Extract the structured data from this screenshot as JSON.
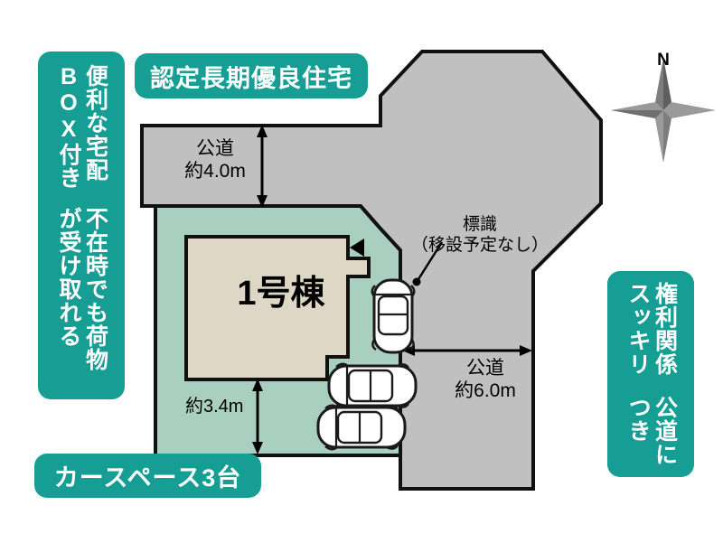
{
  "page": {
    "title": "Property site plan",
    "background_color": "#ffffff"
  },
  "colors": {
    "badge_teal": "#169d94",
    "road_grey": "#c0c0c0",
    "lot_green": "#a9cfc0",
    "house_beige": "#ded7c5",
    "outline_black": "#000000",
    "compass_grey": "#8a8a8a"
  },
  "badges": [
    {
      "id": "delivery-box",
      "orientation": "vertical",
      "lines": [
        "不在時でも荷物が受け取れる",
        "便利な宅配BOX付き"
      ]
    },
    {
      "id": "certified-housing",
      "orientation": "horizontal",
      "text": "認定長期優良住宅"
    },
    {
      "id": "public-road-rights",
      "orientation": "vertical",
      "lines": [
        "公道につき",
        "権利関係スッキリ"
      ]
    },
    {
      "id": "car-space",
      "orientation": "horizontal",
      "text": "カースペース3台"
    }
  ],
  "map": {
    "building_label": "1号棟",
    "road_top": {
      "name": "公道",
      "width": "約4.0m",
      "full": "公道\n約4.0m"
    },
    "road_right": {
      "name": "公道",
      "width": "約6.0m"
    },
    "sign_note": {
      "line1": "標識",
      "line2": "（移設予定なし）"
    },
    "lot_depth": "約3.4m",
    "compass": {
      "label": "N",
      "name": "compass-rose"
    },
    "entrance_marker": "entrance-triangle",
    "cars": [
      {
        "id": "car-1",
        "orientation": "vertical"
      },
      {
        "id": "car-2",
        "orientation": "horizontal"
      },
      {
        "id": "car-3",
        "orientation": "horizontal"
      }
    ]
  }
}
